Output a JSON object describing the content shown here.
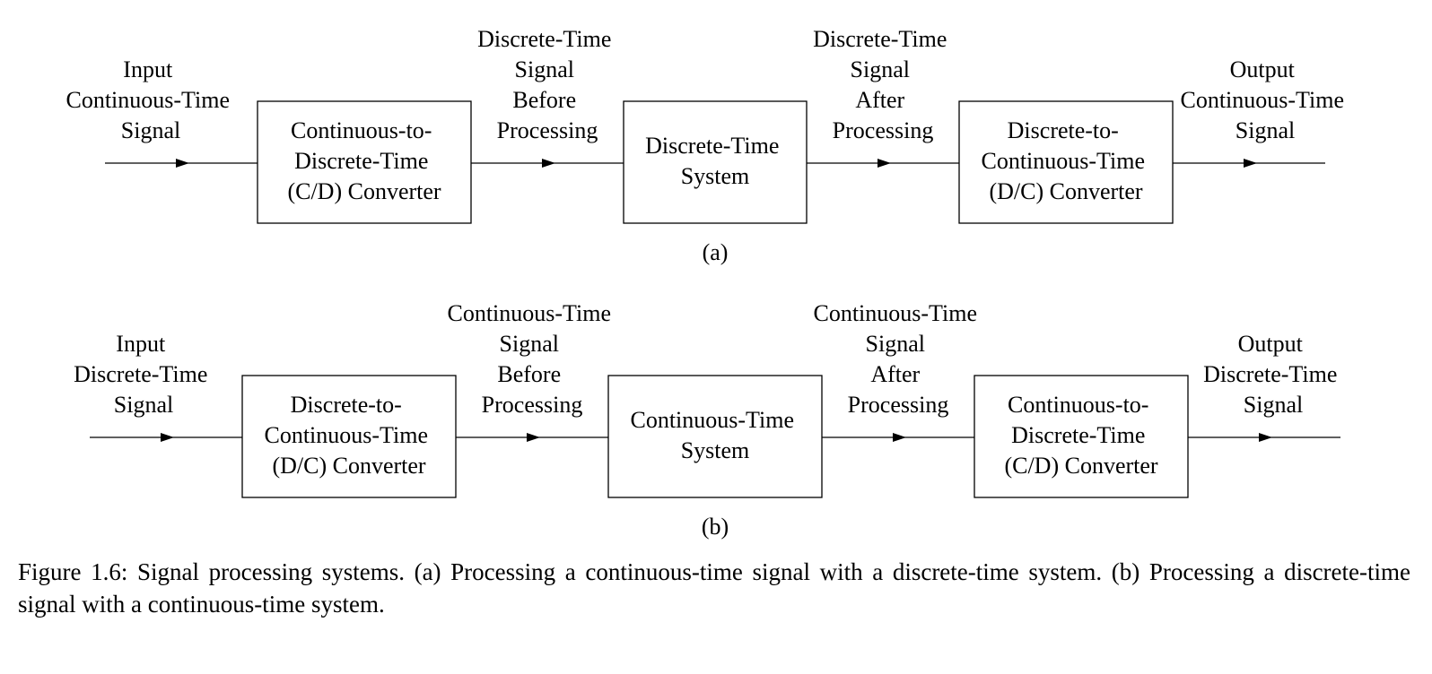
{
  "diagram_a": {
    "input_label": [
      "Input",
      "Continuous-Time",
      "Signal"
    ],
    "block1": [
      "Continuous-to-",
      "Discrete-Time",
      "(C/D) Converter"
    ],
    "signal1": [
      "Discrete-Time",
      "Signal",
      "Before",
      "Processing"
    ],
    "block2": [
      "Discrete-Time",
      "System"
    ],
    "signal2": [
      "Discrete-Time",
      "Signal",
      "After",
      "Processing"
    ],
    "block3": [
      "Discrete-to-",
      "Continuous-Time",
      "(D/C) Converter"
    ],
    "output_label": [
      "Output",
      "Continuous-Time",
      "Signal"
    ],
    "sublabel": "(a)"
  },
  "diagram_b": {
    "input_label": [
      "Input",
      "Discrete-Time",
      "Signal"
    ],
    "block1": [
      "Discrete-to-",
      "Continuous-Time",
      "(D/C) Converter"
    ],
    "signal1": [
      "Continuous-Time",
      "Signal",
      "Before",
      "Processing"
    ],
    "block2": [
      "Continuous-Time",
      "System"
    ],
    "signal2": [
      "Continuous-Time",
      "Signal",
      "After",
      "Processing"
    ],
    "block3": [
      "Continuous-to-",
      "Discrete-Time",
      "(C/D) Converter"
    ],
    "output_label": [
      "Output",
      "Discrete-Time",
      "Signal"
    ],
    "sublabel": "(b)"
  },
  "caption": "Figure 1.6: Signal processing systems. (a) Processing a continuous-time signal with a discrete-time system. (b) Processing a discrete-time signal with a continuous-time system."
}
